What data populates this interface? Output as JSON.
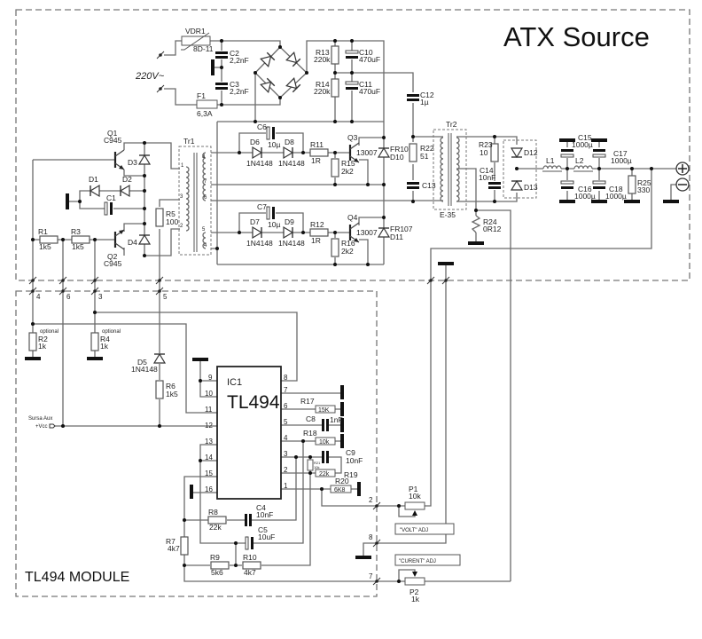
{
  "title": "ATX Source",
  "module_title": "TL494 MODULE",
  "mains": "220V~",
  "aux": {
    "name": "Sursa Aux",
    "vcc": "+Vcc"
  },
  "adj": {
    "volt": "\"VOLT\" ADJ",
    "current": "\"CURENT\" ADJ"
  },
  "optional": "optional",
  "connectors": {
    "c4": "4",
    "c6": "6",
    "c3": "3",
    "c5": "5",
    "c2": "2",
    "c8": "8",
    "c7": "7"
  },
  "tr1_pins": {
    "p1": "1",
    "p2": "2",
    "p3": "3",
    "p4": "4",
    "p5": "5",
    "p6": "6",
    "p7": "7",
    "p8": "8"
  },
  "ic_pins": {
    "p1": "1",
    "p2": "2",
    "p3": "3",
    "p4": "4",
    "p5": "5",
    "p6": "6",
    "p7": "7",
    "p8": "8",
    "p9": "9",
    "p10": "10",
    "p11": "11",
    "p12": "12",
    "p13": "13",
    "p14": "14",
    "p15": "15",
    "p16": "16"
  },
  "p": {
    "vdr1": {
      "ref": "VDR1",
      "val": "8D-11"
    },
    "c2": {
      "ref": "C2",
      "val": "2,2nF"
    },
    "c3": {
      "ref": "C3",
      "val": "2,2nF"
    },
    "f1": {
      "ref": "F1",
      "val": "6,3A"
    },
    "r13": {
      "ref": "R13",
      "val": "220k"
    },
    "r14": {
      "ref": "R14",
      "val": "220k"
    },
    "c10": {
      "ref": "C10",
      "val": "470uF"
    },
    "c11": {
      "ref": "C11",
      "val": "470uF"
    },
    "c12": {
      "ref": "C12",
      "val": "1µ"
    },
    "q1": {
      "ref": "Q1",
      "val": "C945"
    },
    "q2": {
      "ref": "Q2",
      "val": "C945"
    },
    "d1": {
      "ref": "D1"
    },
    "d2": {
      "ref": "D2"
    },
    "d3": {
      "ref": "D3"
    },
    "d4": {
      "ref": "D4"
    },
    "c1": {
      "ref": "C1"
    },
    "r1": {
      "ref": "R1",
      "val": "1k5"
    },
    "r3": {
      "ref": "R3",
      "val": "1k5"
    },
    "r5": {
      "ref": "R5",
      "val": "100"
    },
    "tr1": {
      "ref": "Tr1"
    },
    "c6": {
      "ref": "C6",
      "val": "10µ"
    },
    "c7": {
      "ref": "C7",
      "val": "10µ"
    },
    "d6": {
      "ref": "D6",
      "val": "1N4148"
    },
    "d8": {
      "ref": "D8",
      "val": "1N4148"
    },
    "d7": {
      "ref": "D7",
      "val": "1N4148"
    },
    "d9": {
      "ref": "D9",
      "val": "1N4148"
    },
    "r11": {
      "ref": "R11",
      "val": "1R"
    },
    "r12": {
      "ref": "R12",
      "val": "1R"
    },
    "r15": {
      "ref": "R15",
      "val": "2k2"
    },
    "r16": {
      "ref": "R16",
      "val": "2k2"
    },
    "q3": {
      "ref": "Q3",
      "val": "13007"
    },
    "q4": {
      "ref": "Q4",
      "val": "13007"
    },
    "d10": {
      "ref": "D10",
      "val": "FR107"
    },
    "d11": {
      "ref": "D11",
      "val": "FR107"
    },
    "r22": {
      "ref": "R22",
      "val": "51"
    },
    "c13": {
      "ref": "C13"
    },
    "tr2": {
      "ref": "Tr2",
      "val": "E-35"
    },
    "r23": {
      "ref": "R23",
      "val": "10"
    },
    "c14": {
      "ref": "C14",
      "val": "10nF"
    },
    "r24": {
      "ref": "R24",
      "val": "0R12"
    },
    "d12": {
      "ref": "D12"
    },
    "d13": {
      "ref": "D13"
    },
    "l1": {
      "ref": "L1"
    },
    "l2": {
      "ref": "L2"
    },
    "c15": {
      "ref": "C15",
      "val": "1000µ"
    },
    "c16": {
      "ref": "C16",
      "val": "1000µ"
    },
    "c17": {
      "ref": "C17",
      "val": "1000µ"
    },
    "c18": {
      "ref": "C18",
      "val": "1000µ"
    },
    "r25": {
      "ref": "R25",
      "val": "330"
    },
    "r2": {
      "ref": "R2",
      "val": "1k"
    },
    "r4": {
      "ref": "R4",
      "val": "1k"
    },
    "d5": {
      "ref": "D5",
      "val": "1N4148"
    },
    "r6": {
      "ref": "R6",
      "val": "1k5"
    },
    "ic1": {
      "ref": "IC1",
      "val": "TL494"
    },
    "r17": {
      "ref": "R17",
      "val": "15K"
    },
    "c8": {
      "ref": "C8",
      "val": "1nF"
    },
    "r18": {
      "ref": "R18",
      "val": "10k"
    },
    "c9": {
      "ref": "C9",
      "val": "10nF"
    },
    "r19": {
      "ref": "R19",
      "val": "22k"
    },
    "r21": {
      "ref": "R21",
      "val": "10k"
    },
    "r20": {
      "ref": "R20",
      "val": "6K8"
    },
    "p1": {
      "ref": "P1",
      "val": "10k"
    },
    "p2": {
      "ref": "P2",
      "val": "1k"
    },
    "r7": {
      "ref": "R7",
      "val": "4k7"
    },
    "r8": {
      "ref": "R8",
      "val": "22k"
    },
    "c4": {
      "ref": "C4",
      "val": "10nF"
    },
    "c5": {
      "ref": "C5",
      "val": "10uF"
    },
    "r9": {
      "ref": "R9",
      "val": "5k6"
    },
    "r10": {
      "ref": "R10",
      "val": "4k7"
    }
  }
}
